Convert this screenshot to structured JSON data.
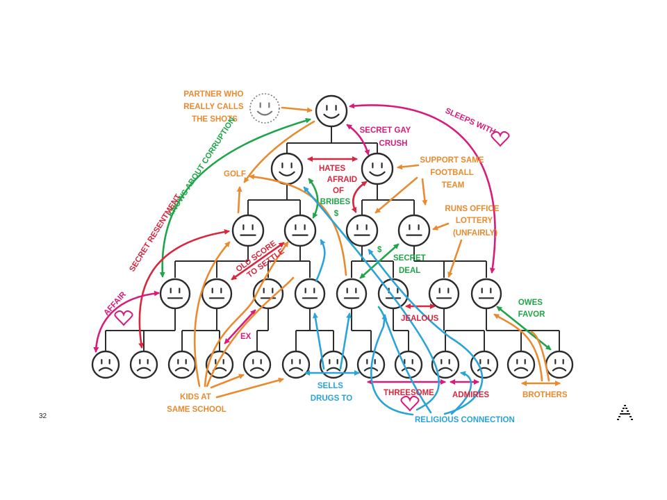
{
  "page_number": "32",
  "colors": {
    "orange": "#ea8a2e",
    "pink": "#d81b7a",
    "red": "#d7263d",
    "green": "#1fa548",
    "blue": "#2aa3d8",
    "line": "#2b2b2b"
  },
  "moods": {
    "leader": "happy",
    "tier1": "happy",
    "tier2": "neutral",
    "tier3": "neutral",
    "tier4": "sad",
    "partner": "happy-dashed"
  },
  "labels": {
    "partner": [
      "PARTNER WHO",
      "REALLY CALLS",
      "THE SHOTS"
    ],
    "secret_gay_crush": [
      "SECRET GAY",
      "CRUSH"
    ],
    "sleeps_with": "SLEEPS WITH",
    "knows_about_corruption": "KNOWS ABOUT CORRUPTION",
    "golf": "GOLF",
    "hates": "HATES",
    "afraid_of": [
      "AFRAID",
      "OF"
    ],
    "bribes": [
      "BRIBES",
      "$"
    ],
    "support_team": [
      "SUPPORT SAME",
      "FOOTBALL",
      "TEAM"
    ],
    "office_lottery": [
      "RUNS OFFICE",
      "LOTTERY",
      "(UNFAIRLY)"
    ],
    "secret_resentment": "SECRET RESENTMENT",
    "old_score": [
      "OLD SCORE",
      "TO SETTLE"
    ],
    "secret_deal": [
      "$",
      "SECRET",
      "DEAL"
    ],
    "affair": "AFFAIR",
    "owes_favor": [
      "OWES",
      "FAVOR"
    ],
    "jealous": "JEALOUS",
    "ex": "EX",
    "kids_school": [
      "KIDS AT",
      "SAME SCHOOL"
    ],
    "sells_drugs": [
      "SELLS",
      "DRUGS TO"
    ],
    "threesome": "THREESOME",
    "admires": "ADMIRES",
    "brothers": "BROTHERS",
    "religious": "RELIGIOUS CONNECTION"
  }
}
